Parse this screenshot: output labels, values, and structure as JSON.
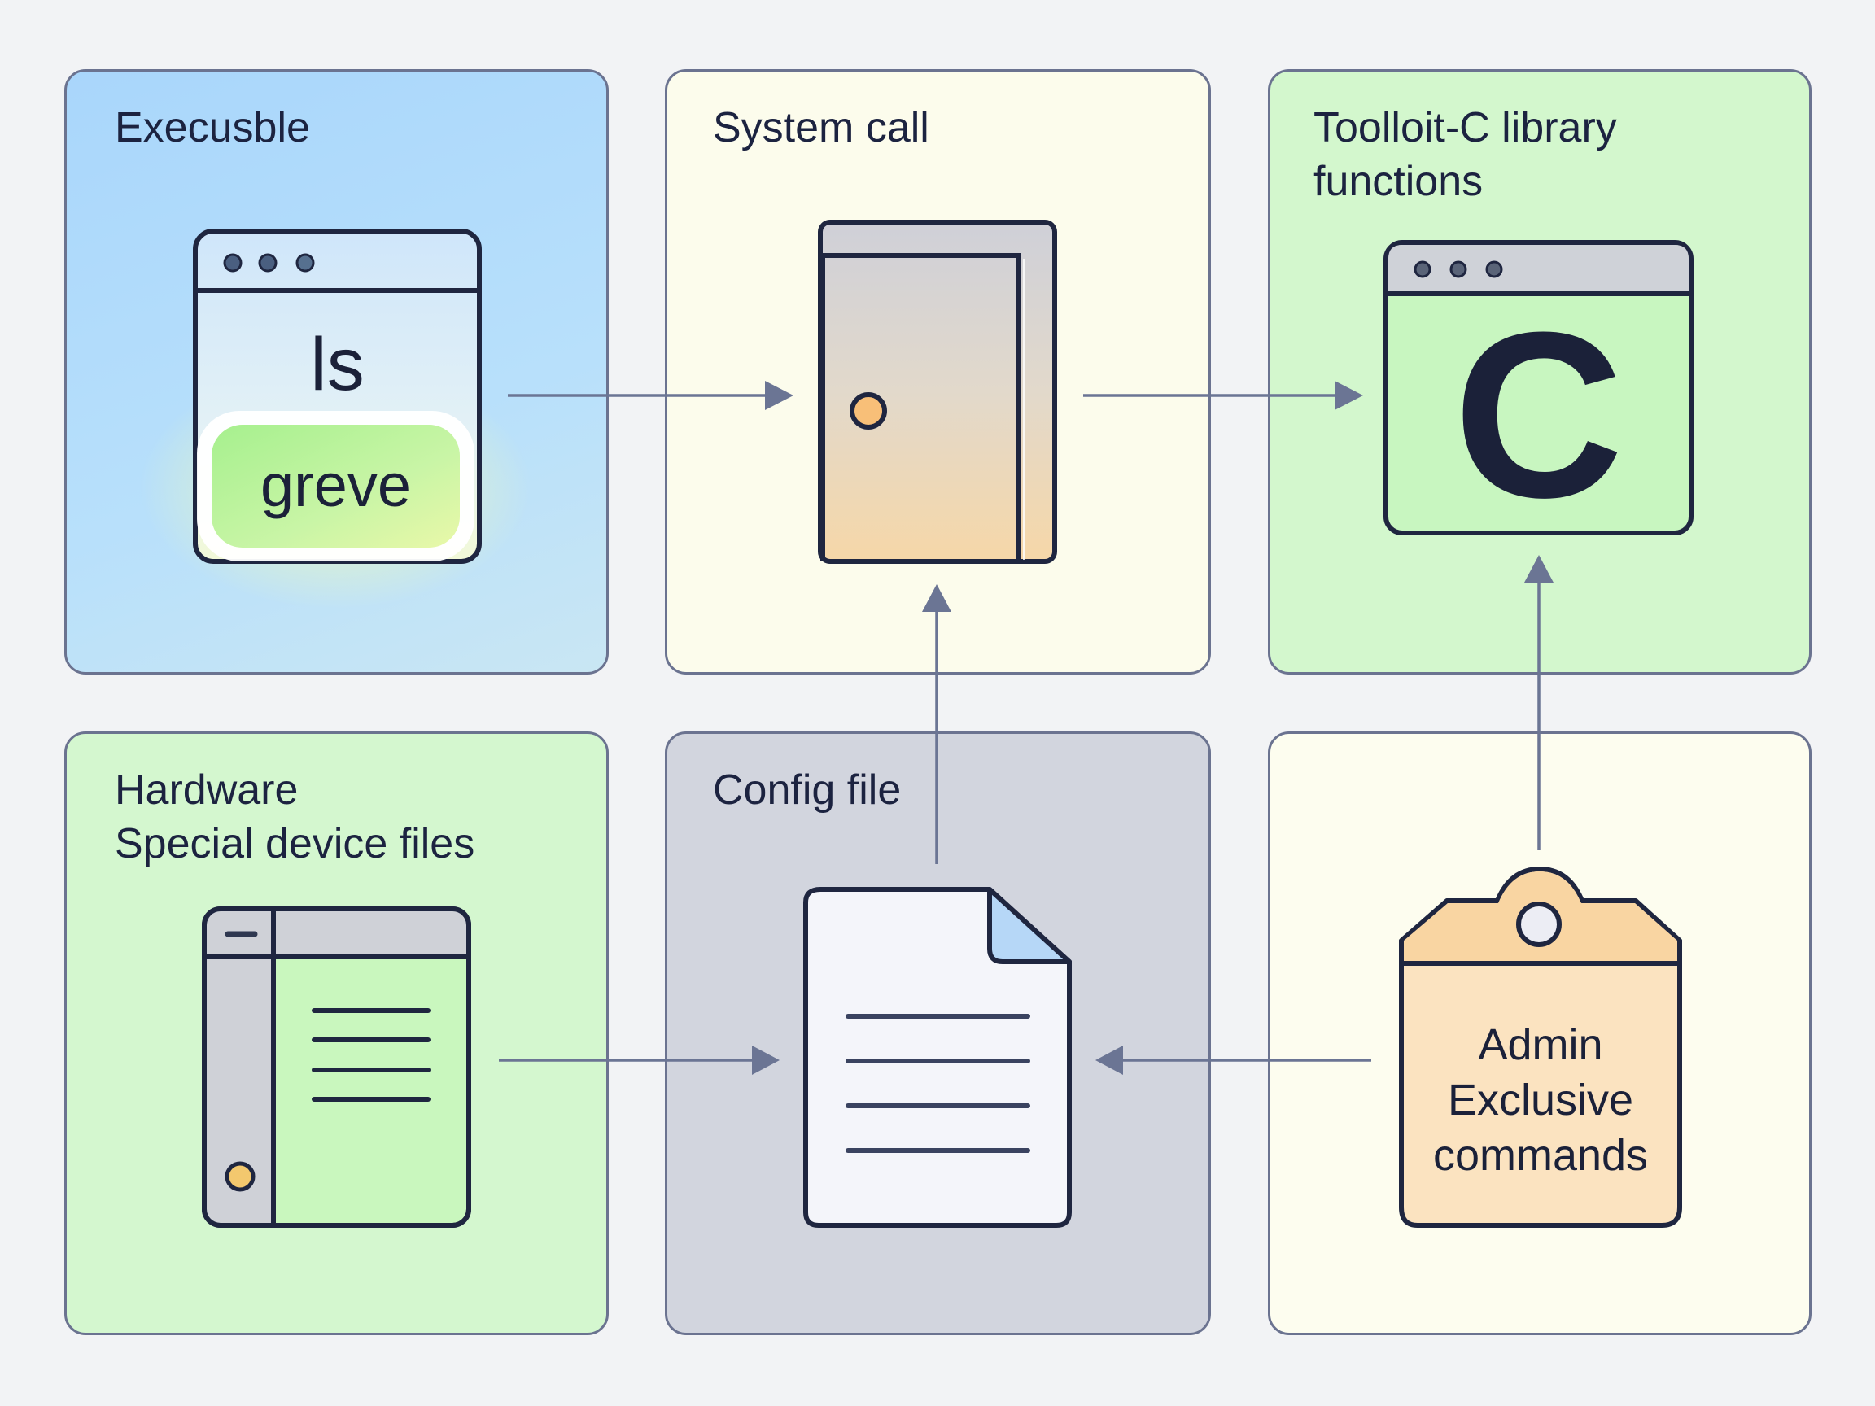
{
  "diagram": {
    "panels": [
      {
        "id": "executable",
        "title": "Execusble",
        "icon": "terminal-window-icon",
        "commands": [
          "ls",
          "greve"
        ],
        "highlighted_command": "greve",
        "color": "#a9d6fb"
      },
      {
        "id": "system-call",
        "title": "System call",
        "icon": "door-icon",
        "color": "#fcfcec"
      },
      {
        "id": "library",
        "title": "Toolloit-C library\nfunctions",
        "icon": "c-window-icon",
        "glyph": "C",
        "color": "#d3f7cd"
      },
      {
        "id": "hardware",
        "title": "Hardware\nSpecial device files",
        "icon": "device-window-icon",
        "color": "#d4f7cf"
      },
      {
        "id": "config",
        "title": "Config file",
        "icon": "document-icon",
        "color": "#d2d5de"
      },
      {
        "id": "admin",
        "title": "",
        "icon": "tag-icon",
        "label": "Admin\nExclusive\ncommands",
        "color": "#fdfdef"
      }
    ],
    "connections": [
      {
        "from": "executable",
        "to": "system-call"
      },
      {
        "from": "system-call",
        "to": "library"
      },
      {
        "from": "config",
        "to": "system-call"
      },
      {
        "from": "admin",
        "to": "library"
      },
      {
        "from": "hardware",
        "to": "config"
      },
      {
        "from": "admin",
        "to": "config"
      }
    ],
    "colors": {
      "stroke": "#1f2640",
      "arrow": "#6b7594",
      "highlight_glow": "#f4ff9a",
      "accent_orange": "#f7c98a"
    }
  }
}
